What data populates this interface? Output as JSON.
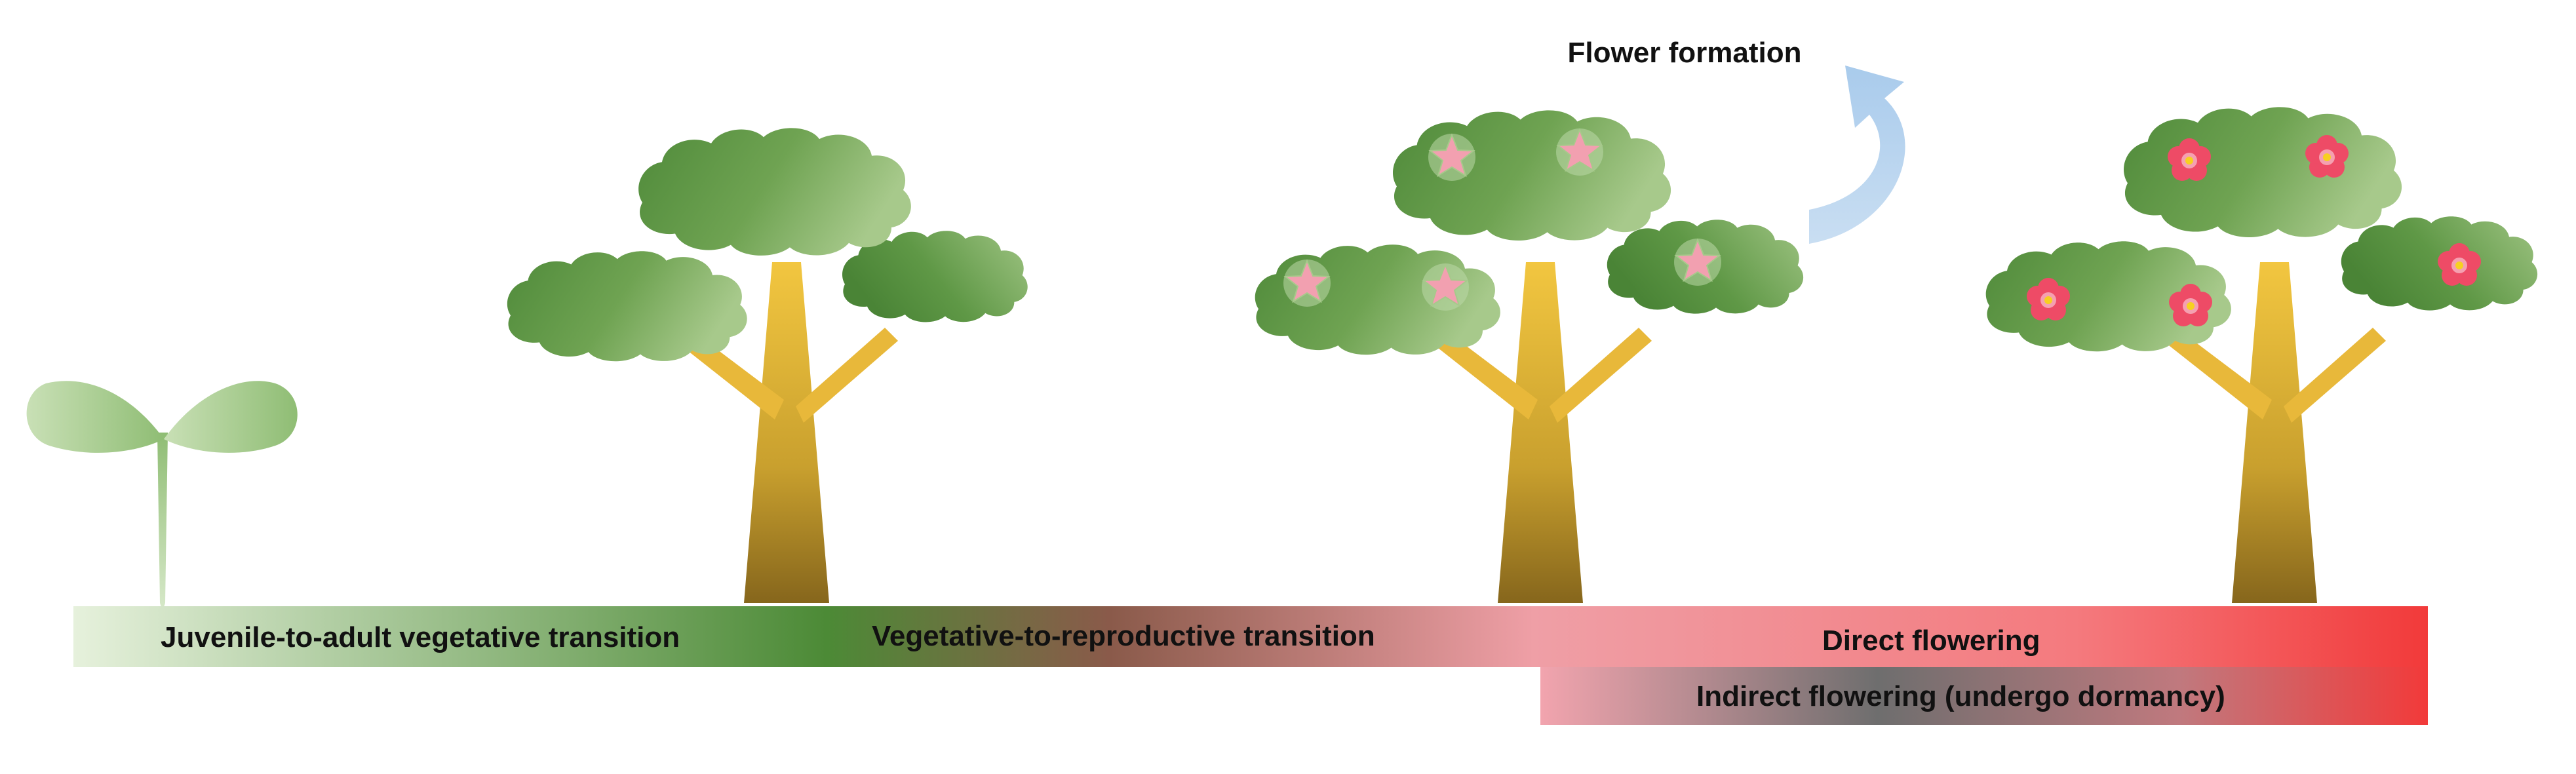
{
  "labels": {
    "flower_formation": "Flower formation",
    "juvenile_to_adult": "Juvenile-to-adult vegetative transition",
    "vegetative_to_reproductive": "Vegetative-to-reproductive transition",
    "direct_flowering": "Direct flowering",
    "indirect_flowering": "Indirect flowering (undergo dormancy)"
  },
  "colors": {
    "foliage_dark": "#4f8a3a",
    "foliage_light": "#a7c98b",
    "trunk_top": "#f0c040",
    "trunk_bottom": "#8a6a1c",
    "seedling": "#b5d3a0",
    "bud_pink": "#f2a0b0",
    "flower_red": "#ee4060",
    "flower_center": "#f7d020",
    "arrow": "#b8d4ee",
    "bar_start": "#e6f1dc",
    "bar_green": "#4c8a36",
    "bar_pink": "#ef9fa6",
    "bar_end": "#f23a3a",
    "bar_gray": "#6e6e6e"
  },
  "stages": [
    {
      "name": "seedling"
    },
    {
      "name": "vegetative-tree"
    },
    {
      "name": "budding-tree"
    },
    {
      "name": "flowering-tree"
    }
  ]
}
